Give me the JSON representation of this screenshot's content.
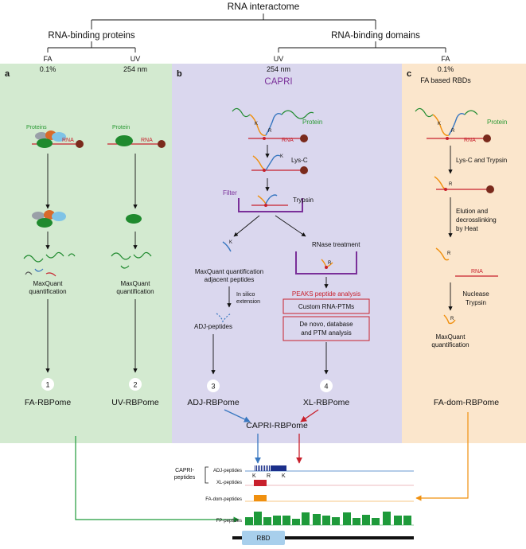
{
  "tree": {
    "root": "RNA interactome",
    "left": "RNA-binding proteins",
    "right": "RNA-binding domains"
  },
  "panel_a": {
    "letter": "a",
    "col1": {
      "cond": "FA",
      "value": "0.1%"
    },
    "col2": {
      "cond": "UV",
      "value": "254 nm"
    },
    "proteins_label": "Proteins",
    "protein_label": "Protein",
    "rna_label": "RNA",
    "rna_label2": "RNA",
    "mq1": [
      "MaxQuant",
      "quantification"
    ],
    "mq2": [
      "MaxQuant",
      "quantification"
    ],
    "step1": "1",
    "step2": "2",
    "result1": "FA-RBPome",
    "result2": "UV-RBPome"
  },
  "panel_b": {
    "letter": "b",
    "cond": "UV",
    "value": "254 nm",
    "name": "CAPRI",
    "protein_label": "Protein",
    "rna_label": "RNA",
    "k_label": "K",
    "r_label": "R",
    "lysc": "Lys-C",
    "filter": "Filter",
    "trypsin": "Trypsin",
    "rnase": "RNase treatment",
    "mq_adj": [
      "MaxQuant quantification",
      "adjacent peptides"
    ],
    "in_silico": [
      "In silico",
      "extension"
    ],
    "adj_peptides": "ADJ-peptides",
    "peaks_title": "PEAKS peptide analysis",
    "peaks_box1": "Custom RNA-PTMs",
    "peaks_box2": [
      "De novo, database",
      "and PTM analysis"
    ],
    "step3": "3",
    "step4": "4",
    "result3": "ADJ-RBPome",
    "result4": "XL-RBPome",
    "combined": "CAPRI-RBPome"
  },
  "panel_c": {
    "letter": "c",
    "cond": "FA",
    "value": "0.1%",
    "subtitle": "FA based RBDs",
    "protein_label": "Protein",
    "rna_label": "RNA",
    "rna_label2": "RNA",
    "k_label": "K",
    "r_label": "R",
    "enzymes": "Lys-C and Trypsin",
    "elution": [
      "Elution and",
      "decrosslinking",
      "by Heat"
    ],
    "nuclease": [
      "Nuclease",
      "Trypsin"
    ],
    "mq": [
      "MaxQuant",
      "quantification"
    ],
    "result": "FA-dom-RBPome"
  },
  "bottom": {
    "capri_group": [
      "CAPRI-",
      "peptides"
    ],
    "tracks": [
      "ADJ-peptides",
      "XL-peptides",
      "FA-dom-peptides",
      "FP-peptides"
    ],
    "k_label": "K",
    "r_label": "R",
    "rbd": "RBD"
  },
  "colors": {
    "panel_a_bg": "#d3ead0",
    "panel_b_bg": "#dad7ee",
    "panel_c_bg": "#fbe6cc",
    "protein_green": "#1f8a2e",
    "protein_orange": "#f0900f",
    "protein_blue": "#3877c0",
    "rna_red": "#c8202c",
    "rna_cap": "#7a2a1c",
    "filter_purple": "#7a2f99",
    "adj_navy": "#1b2f8a",
    "xl_red": "#c8202c",
    "fa_orange": "#f0900f",
    "fp_green": "#1e9a3a",
    "rbd_blue": "#a8cfec"
  }
}
